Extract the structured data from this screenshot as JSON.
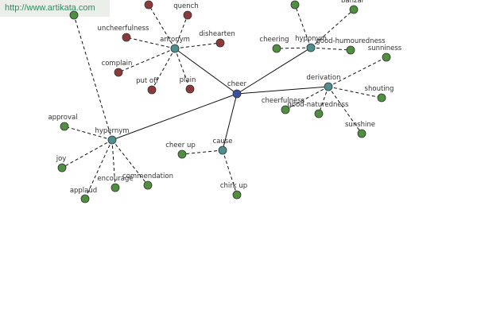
{
  "watermark": {
    "url": "http://www.artikata.com"
  },
  "colors": {
    "center": "#3c4f9e",
    "relation": "#4e8f90",
    "antonym_term": "#8b3a3a",
    "term": "#4f8f3f",
    "watermark_bg": "#ecefe9",
    "watermark_text": "#2f8a5f"
  },
  "graph": {
    "center": {
      "id": "cheer",
      "label": "cheer"
    },
    "relations": [
      {
        "id": "antonym",
        "label": "antonym"
      },
      {
        "id": "hyponym",
        "label": "hyponym"
      },
      {
        "id": "derivation",
        "label": "derivation"
      },
      {
        "id": "hypernym",
        "label": "hypernym"
      },
      {
        "id": "cause",
        "label": "cause"
      }
    ],
    "terms": [
      {
        "id": "quench",
        "label": "quench",
        "relation": "antonym"
      },
      {
        "id": "uncheerfulness",
        "label": "uncheerfulness",
        "relation": "antonym"
      },
      {
        "id": "dishearten",
        "label": "dishearten",
        "relation": "antonym"
      },
      {
        "id": "complain",
        "label": "complain",
        "relation": "antonym"
      },
      {
        "id": "put-off",
        "label": "put off",
        "relation": "antonym"
      },
      {
        "id": "plain",
        "label": "plain",
        "relation": "antonym"
      },
      {
        "id": "antonym-top",
        "label": "",
        "relation": "antonym"
      },
      {
        "id": "banzai",
        "label": "banzai",
        "relation": "hyponym"
      },
      {
        "id": "cheering",
        "label": "cheering",
        "relation": "hyponym"
      },
      {
        "id": "good-humouredness",
        "label": "good-humouredness",
        "relation": "hyponym"
      },
      {
        "id": "hyponym-top",
        "label": "",
        "relation": "hyponym"
      },
      {
        "id": "sunniness",
        "label": "sunniness",
        "relation": "derivation"
      },
      {
        "id": "shouting",
        "label": "shouting",
        "relation": "derivation"
      },
      {
        "id": "cheerfulness",
        "label": "cheerfulness",
        "relation": "derivation"
      },
      {
        "id": "good-naturedness",
        "label": "good-naturedness",
        "relation": "derivation"
      },
      {
        "id": "sunshine",
        "label": "sunshine",
        "relation": "derivation"
      },
      {
        "id": "approval",
        "label": "approval",
        "relation": "hypernym"
      },
      {
        "id": "joy",
        "label": "joy",
        "relation": "hypernym"
      },
      {
        "id": "applaud",
        "label": "applaud",
        "relation": "hypernym"
      },
      {
        "id": "encourage",
        "label": "encourage",
        "relation": "hypernym"
      },
      {
        "id": "commendation",
        "label": "commendation",
        "relation": "hypernym"
      },
      {
        "id": "hypernym-top",
        "label": "",
        "relation": "hypernym"
      },
      {
        "id": "cheer-up",
        "label": "cheer up",
        "relation": "cause"
      },
      {
        "id": "chirk-up",
        "label": "chirk up",
        "relation": "cause"
      }
    ]
  }
}
